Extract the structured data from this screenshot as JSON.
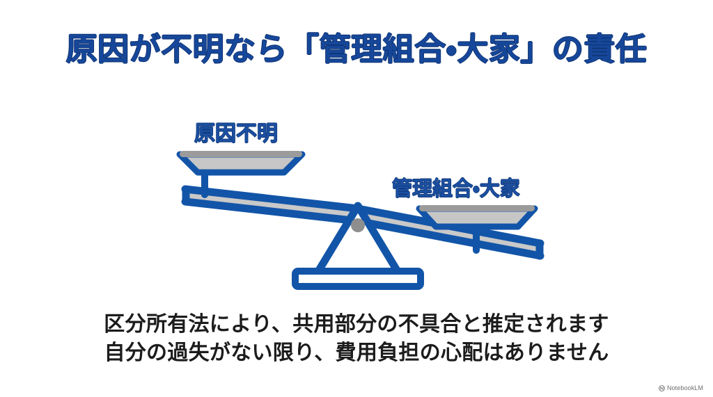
{
  "slide": {
    "background_color": "#ffffff",
    "title": "原因が不明なら「管理組合・大家」の責任",
    "title_color": "#16479a"
  },
  "diagram": {
    "name": "balance-scale",
    "description": "傾いた天秤（左側が下がっている）",
    "stroke_color": "#1255a8",
    "pan_fill_color": "#c6c6c6",
    "pan_rim_color": "#9b9b9b",
    "beam_fill_color": "#c9c9c9",
    "pivot_color": "#8e8e8e",
    "left_pan": {
      "label": "原因不明",
      "label_color": "#1b4fa0",
      "state": "down"
    },
    "right_pan": {
      "label": "管理組合・大家",
      "label_color": "#1b4fa0",
      "state": "up"
    }
  },
  "caption": {
    "color": "#1c1c1c",
    "lines": [
      "区分所有法により、共用部分の不具合と推定されます",
      "自分の過失がない限り、費用負担の心配はありません"
    ]
  },
  "watermark": {
    "icon": "notebooklm-logo-icon",
    "text": "NotebookLM",
    "color": "#555555"
  }
}
